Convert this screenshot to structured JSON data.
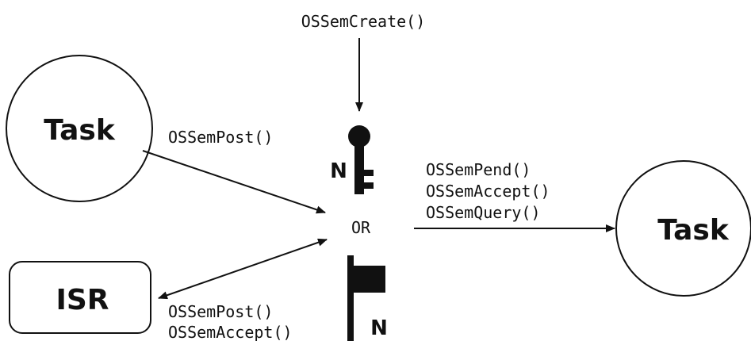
{
  "create_call": "OSSemCreate()",
  "task_left": {
    "label": "Task"
  },
  "task_right": {
    "label": "Task"
  },
  "isr": {
    "label": "ISR"
  },
  "post_call": "OSSemPost()",
  "isr_calls": [
    "OSSemPost()",
    "OSSemAccept()"
  ],
  "task_calls": [
    "OSSemPend()",
    "OSSemAccept()",
    "OSSemQuery()"
  ],
  "or_label": "OR",
  "key_count": "N",
  "flag_count": "N",
  "icons": [
    "key-icon",
    "flag-icon"
  ]
}
